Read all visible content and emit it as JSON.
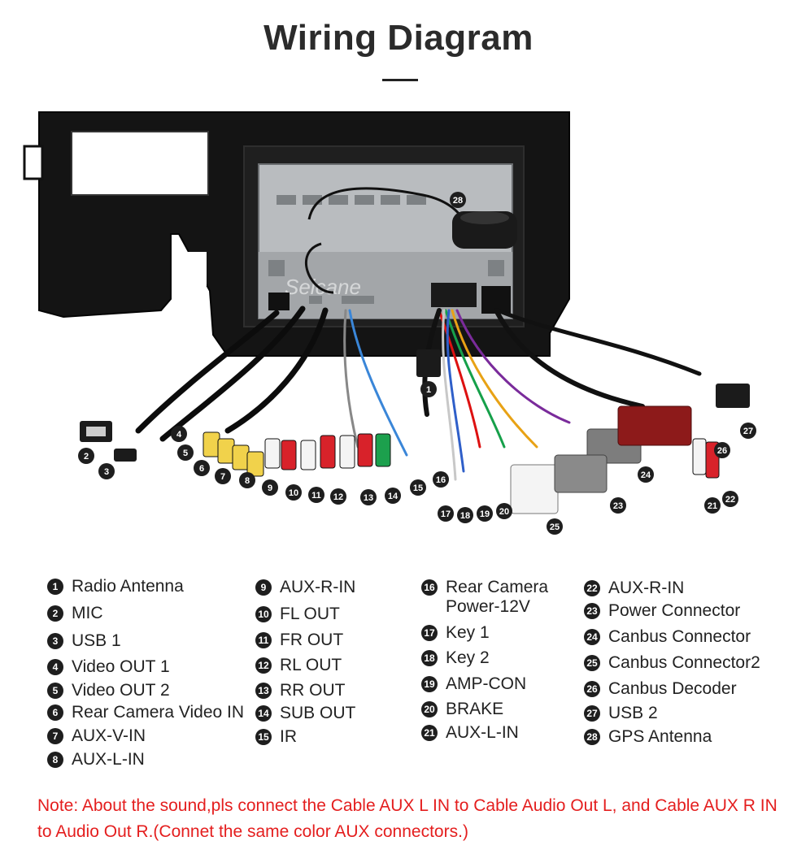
{
  "title": "Wiring Diagram",
  "watermark": "Seicane",
  "photo_numbers": [
    "1",
    "2",
    "3",
    "4",
    "5",
    "6",
    "7",
    "8",
    "9",
    "10",
    "11",
    "12",
    "13",
    "14",
    "15",
    "16",
    "17",
    "18",
    "19",
    "20",
    "21",
    "22",
    "23",
    "24",
    "25",
    "26",
    "27",
    "28"
  ],
  "legend": [
    {
      "num": "1",
      "label": "Radio Antenna"
    },
    {
      "num": "2",
      "label": "MIC"
    },
    {
      "num": "3",
      "label": "USB 1"
    },
    {
      "num": "4",
      "label": "Video OUT 1"
    },
    {
      "num": "5",
      "label": "Video OUT 2"
    },
    {
      "num": "6",
      "label": "Rear Camera Video IN"
    },
    {
      "num": "7",
      "label": "AUX-V-IN"
    },
    {
      "num": "8",
      "label": "AUX-L-IN"
    },
    {
      "num": "9",
      "label": "AUX-R-IN"
    },
    {
      "num": "10",
      "label": "FL OUT"
    },
    {
      "num": "11",
      "label": "FR OUT"
    },
    {
      "num": "12",
      "label": "RL OUT"
    },
    {
      "num": "13",
      "label": "RR OUT"
    },
    {
      "num": "14",
      "label": "SUB OUT"
    },
    {
      "num": "15",
      "label": "IR"
    },
    {
      "num": "16",
      "label": "Rear Camera",
      "label2": "Power-12V"
    },
    {
      "num": "17",
      "label": "Key 1"
    },
    {
      "num": "18",
      "label": "Key 2"
    },
    {
      "num": "19",
      "label": "AMP-CON"
    },
    {
      "num": "20",
      "label": "BRAKE"
    },
    {
      "num": "21",
      "label": "AUX-L-IN"
    },
    {
      "num": "22",
      "label": "AUX-R-IN"
    },
    {
      "num": "23",
      "label": "Power Connector"
    },
    {
      "num": "24",
      "label": "Canbus Connector"
    },
    {
      "num": "25",
      "label": "Canbus Connector2"
    },
    {
      "num": "26",
      "label": "Canbus Decoder"
    },
    {
      "num": "27",
      "label": "USB 2"
    },
    {
      "num": "28",
      "label": "GPS Antenna"
    }
  ],
  "note": "Note: About the sound,pls connect the Cable AUX L IN to Cable Audio Out L, and Cable AUX R IN to  Audio Out R.(Connet the same color AUX connectors.)",
  "colors": {
    "note": "#e41e1e",
    "frame": "#111111",
    "badge": "#1e1e1e"
  }
}
